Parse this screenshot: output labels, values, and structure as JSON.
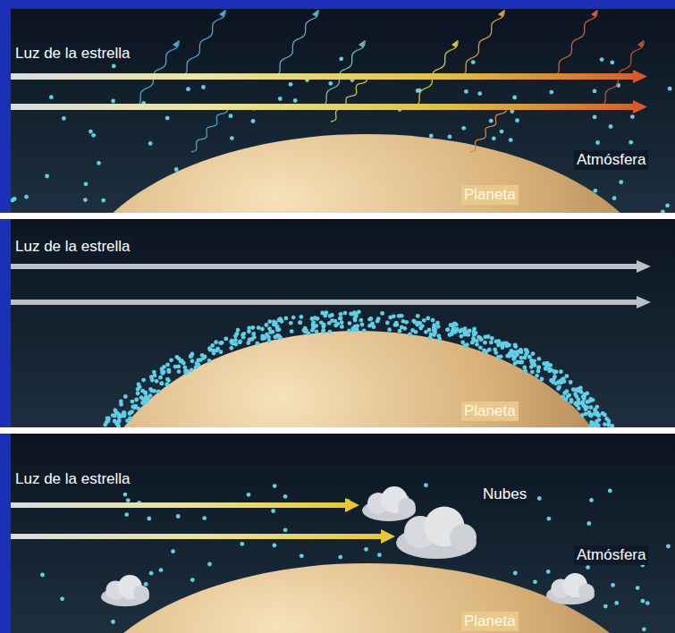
{
  "diagram": {
    "labels": [
      "Luz de la estrella",
      "Atmósfera",
      "Planeta",
      "Luz de la estrella",
      "Planeta",
      "Luz de la estrella",
      "Nubes",
      "Atmósfera",
      "Planeta"
    ]
  }
}
